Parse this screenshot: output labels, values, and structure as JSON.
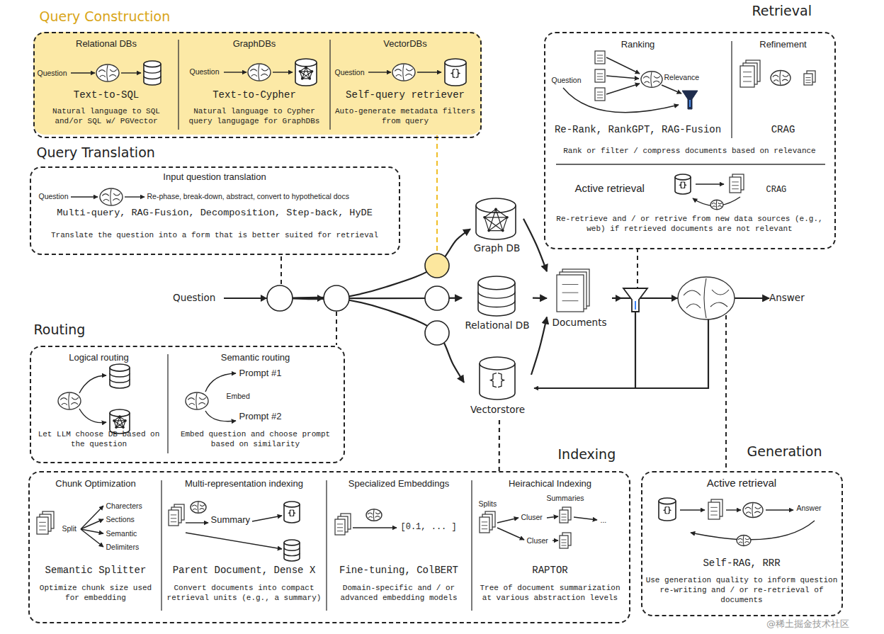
{
  "diagram": {
    "nodes": [
      {
        "text": [
          "Query Construction"
        ]
      },
      {
        "text": [
          "Relational DBs",
          "Question",
          "Text-to-SQL",
          "Natural language to SQL and/or SQL w/ PGVector"
        ],
        "in": 0
      },
      {
        "text": [
          "GraphDBs",
          "Question",
          "Text-to-Cypher",
          "Natural language to Cypher query langugage for GraphDBs"
        ],
        "in": 0
      },
      {
        "text": [
          "VectorDBs",
          "Question",
          "Self-query retriever",
          "Auto-generate metadata filters from query"
        ],
        "in": 0
      },
      {
        "text": [
          "Query Translation",
          "Input question translation",
          "Question",
          "Re-phase, break-down, abstract, convert to hypothetical docs",
          "Multi-query, RAG-Fusion, Decomposition, Step-back, HyDE",
          "Translate the question into a form that is better suited for retrieval"
        ]
      },
      {
        "text": [
          "Routing"
        ]
      },
      {
        "text": [
          "Logical routing",
          "Let LLM choose DB based on the question"
        ],
        "in": 5
      },
      {
        "text": [
          "Semantic routing",
          "Prompt #1",
          "Embed",
          "Prompt #2",
          "Embed question and choose prompt based on similarity"
        ],
        "in": 5
      },
      {
        "text": [
          "Retrieval",
          "Rank or filter / compress documents based on relevance"
        ]
      },
      {
        "text": [
          "Ranking",
          "Question",
          "Relevance",
          "Re-Rank, RankGPT, RAG-Fusion"
        ],
        "in": 8
      },
      {
        "text": [
          "Refinement",
          "CRAG"
        ],
        "in": 8
      },
      {
        "text": [
          "Active retrieval",
          "CRAG",
          "Re-retrieve and / or retrive from new data sources (e.g., web) if retrieved documents are not relevant"
        ],
        "in": 8
      },
      {
        "text": [
          "Indexing"
        ]
      },
      {
        "text": [
          "Chunk Optimization",
          "Split",
          "Charecters",
          "Sections",
          "Semantic",
          "Delimiters",
          "Semantic Splitter",
          "Optimize chunk size used for embedding"
        ],
        "in": 12
      },
      {
        "text": [
          "Multi-representation indexing",
          "Summary",
          "Parent Document, Dense X",
          "Convert documents into compact retrieval units (e.g., a summary)"
        ],
        "in": 12
      },
      {
        "text": [
          "Specialized Embeddings",
          "[0.1, ... ]",
          "Fine-tuning, ColBERT",
          "Domain-specific and / or advanced embedding models"
        ],
        "in": 12
      },
      {
        "text": [
          "Heirachical Indexing",
          "Splits",
          "Summaries",
          "Cluser",
          "Cluser",
          "...",
          "RAPTOR",
          "Tree of document summarization at various abstraction levels"
        ],
        "in": 12
      },
      {
        "text": [
          "Generation",
          "Active retrieval",
          "Answer",
          "Self-RAG, RRR",
          "Use generation quality to inform question re-writing and / or re-retrieval of documents"
        ]
      },
      {
        "text": [
          "Question"
        ]
      },
      {
        "text": [
          "Graph DB"
        ]
      },
      {
        "text": [
          "Relational DB"
        ]
      },
      {
        "text": [
          "Vectorstore"
        ]
      },
      {
        "text": [
          "Documents"
        ]
      },
      {
        "text": [
          "Answer"
        ]
      }
    ],
    "edges": [
      {
        "from": 18,
        "to": 19,
        "arrow": "to"
      },
      {
        "from": 18,
        "to": 20,
        "arrow": "to"
      },
      {
        "from": 18,
        "to": 21,
        "arrow": "to"
      },
      {
        "from": 19,
        "to": 22,
        "arrow": "to"
      },
      {
        "from": 20,
        "to": 22,
        "arrow": "to"
      },
      {
        "from": 21,
        "to": 22,
        "arrow": "to"
      },
      {
        "from": 22,
        "to": 23,
        "arrow": "to"
      },
      {
        "from": 12,
        "to": 21,
        "arrow": "none"
      }
    ],
    "labels": [
      "@稀土掘金技术社区"
    ]
  }
}
